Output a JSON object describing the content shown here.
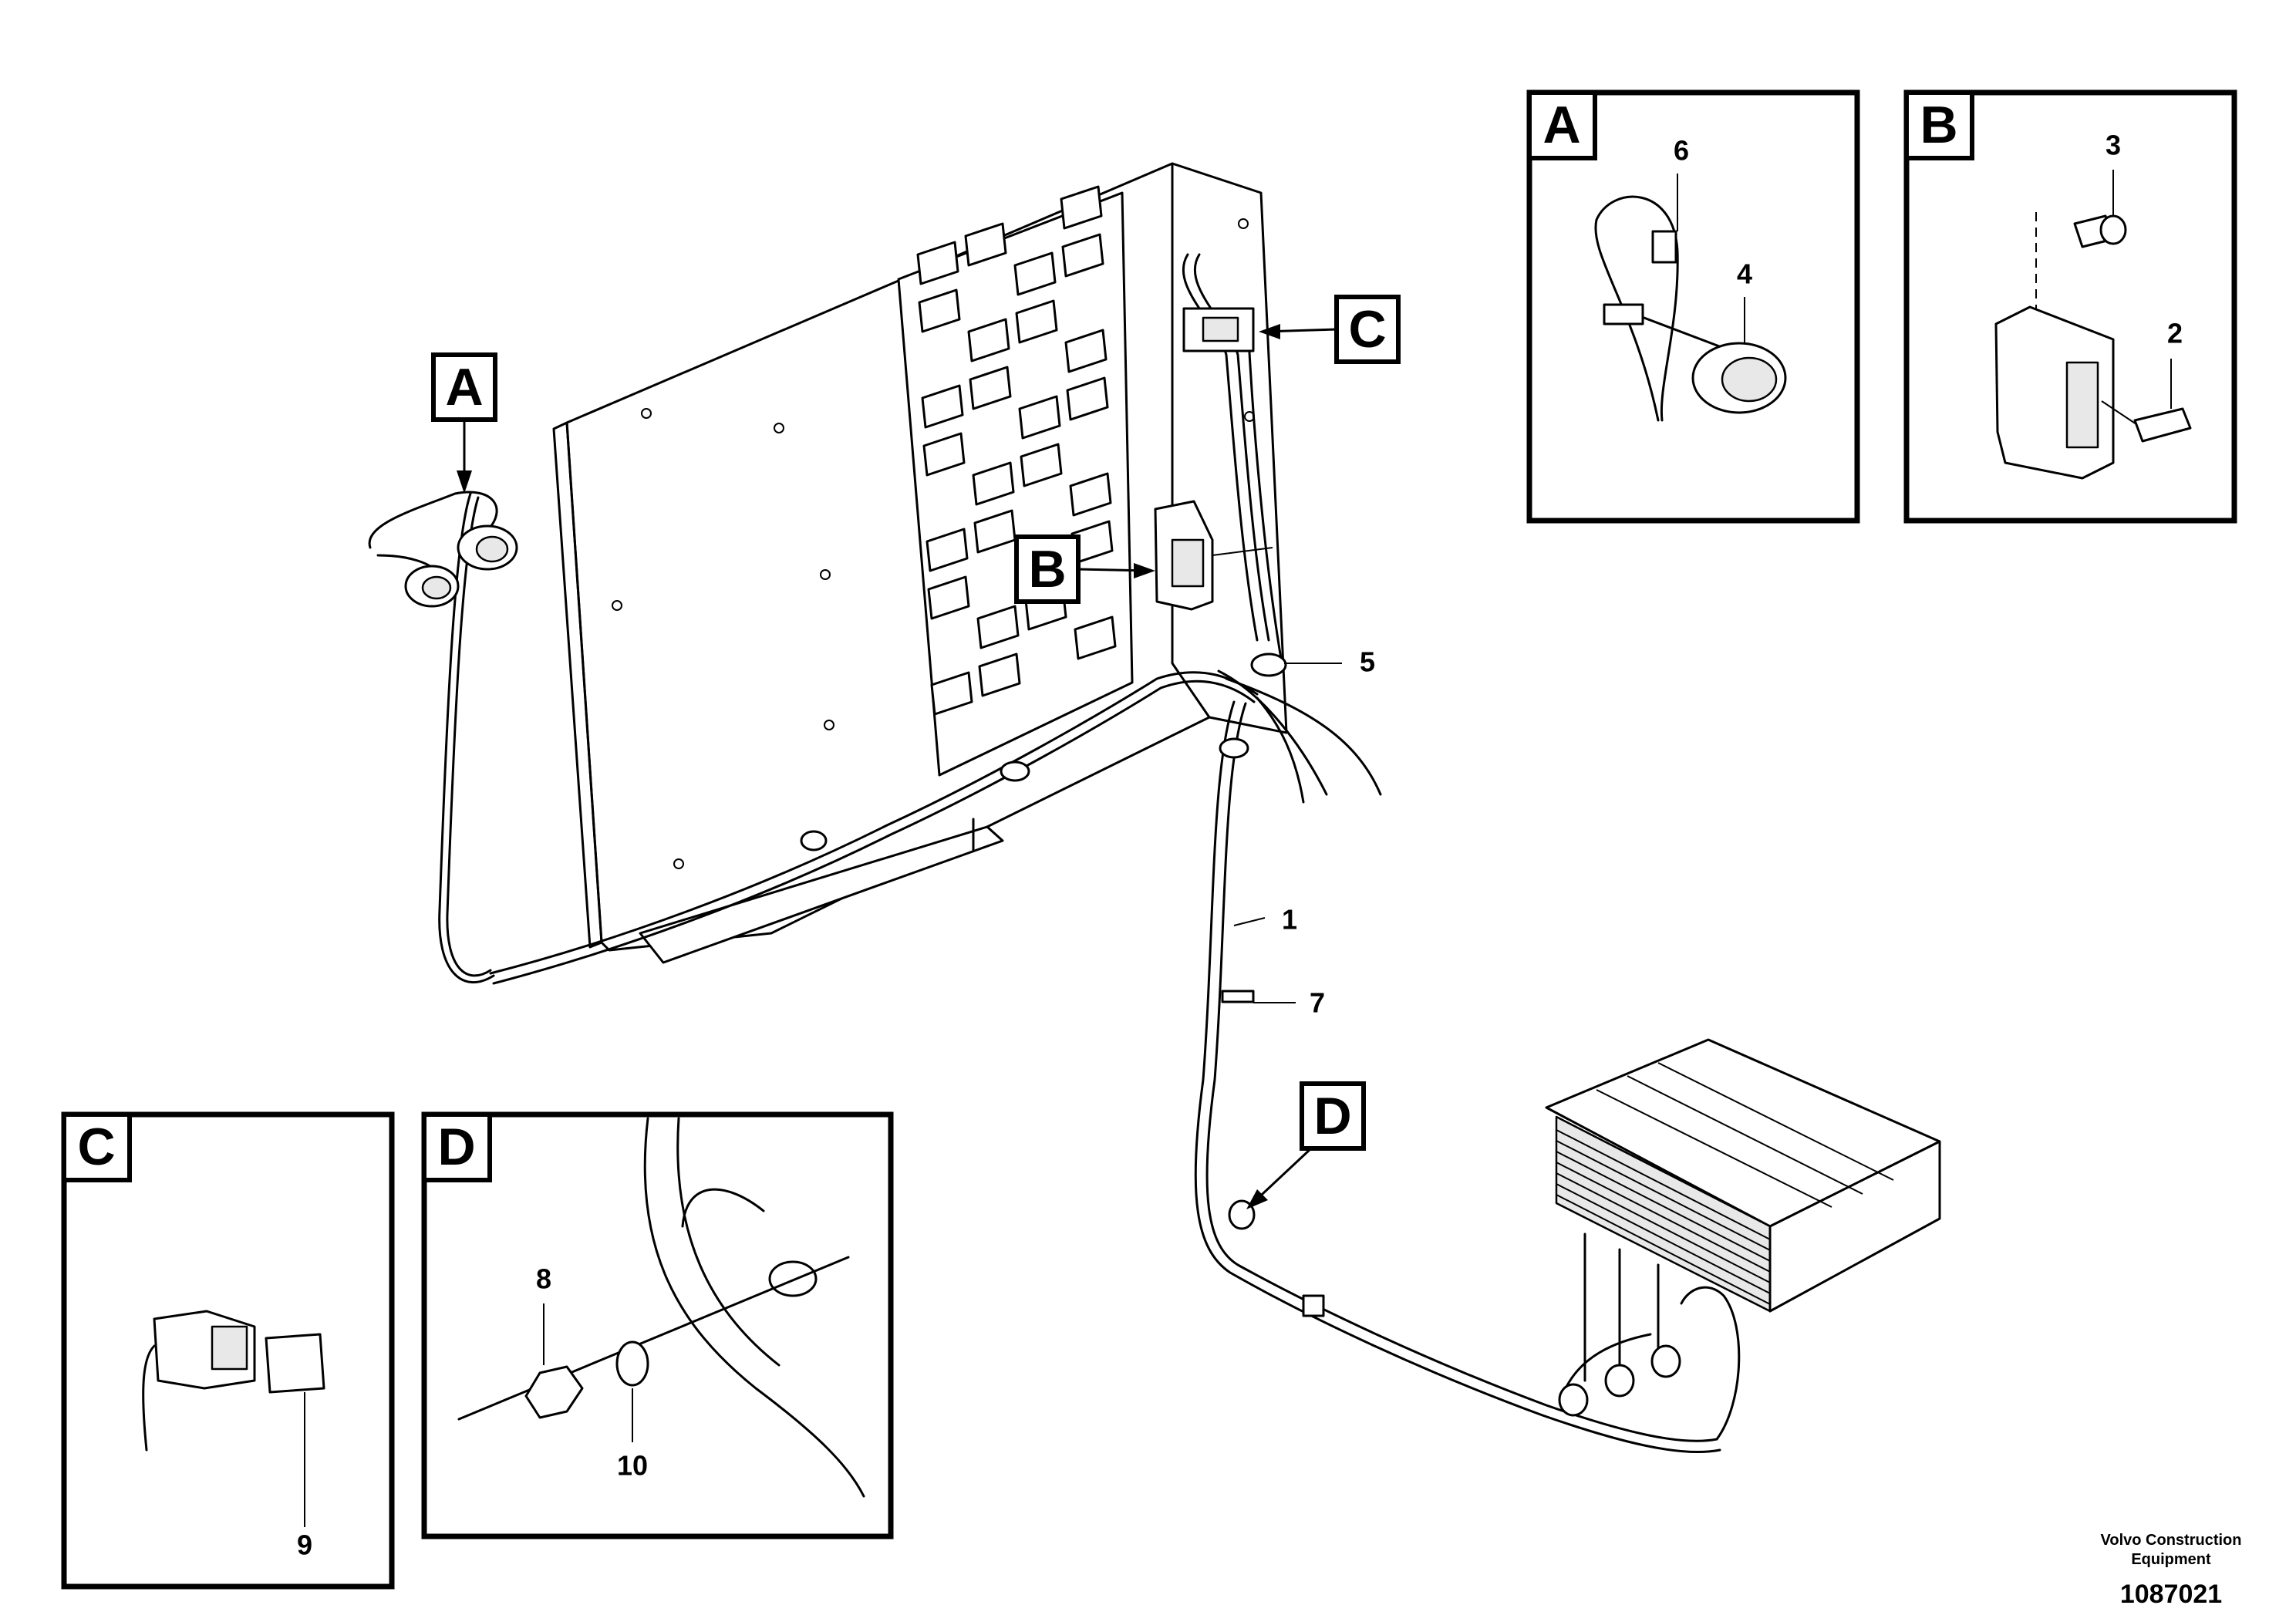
{
  "callouts": {
    "A": "A",
    "B": "B",
    "C": "C",
    "D": "D"
  },
  "parts": [
    "1",
    "2",
    "3",
    "4",
    "5",
    "6",
    "7",
    "8",
    "9",
    "10"
  ],
  "footer": {
    "company_line1": "Volvo Construction",
    "company_line2": "Equipment",
    "drawing_number": "1087021"
  }
}
